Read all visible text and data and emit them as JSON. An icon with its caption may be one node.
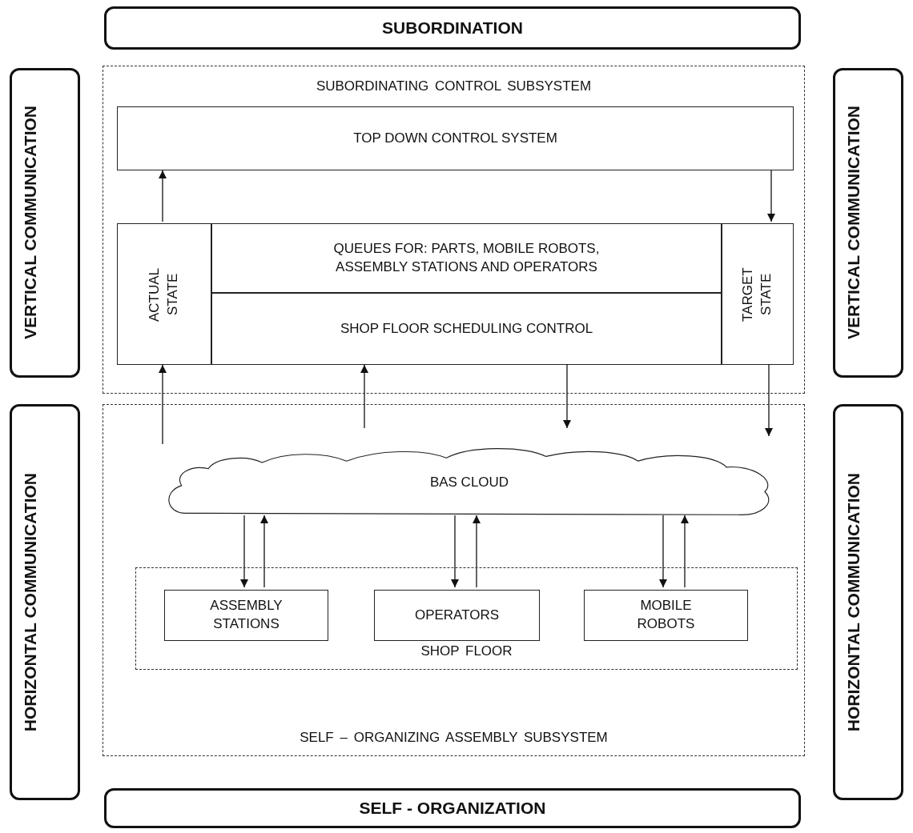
{
  "diagram": {
    "nodes": [
      {
        "text": [
          "SUBORDINATION"
        ]
      },
      {
        "text": [
          "VERTICAL COMMUNICATION"
        ]
      },
      {
        "text": [
          "VERTICAL COMMUNICATION"
        ]
      },
      {
        "text": [
          "SUBORDINATING CONTROL SUBSYSTEM"
        ]
      },
      {
        "text": [
          "TOP DOWN CONTROL SYSTEM"
        ],
        "in": 3
      },
      {
        "text": [
          "ACTUAL STATE"
        ],
        "in": 3
      },
      {
        "text": [
          "QUEUES FOR: PARTS, MOBILE ROBOTS, ASSEMBLY STATIONS AND OPERATORS"
        ],
        "in": 3
      },
      {
        "text": [
          "SHOP FLOOR SCHEDULING CONTROL"
        ],
        "in": 3
      },
      {
        "text": [
          "TARGET STATE"
        ],
        "in": 3
      },
      {
        "text": [
          "HORIZONTAL COMMUNICATION"
        ]
      },
      {
        "text": [
          "HORIZONTAL COMMUNICATION"
        ]
      },
      {
        "text": [
          "SELF – ORGANIZING ASSEMBLY SUBSYSTEM"
        ]
      },
      {
        "text": [
          "BAS CLOUD"
        ],
        "in": 11
      },
      {
        "text": [
          "SHOP FLOOR"
        ],
        "in": 11
      },
      {
        "text": [
          "ASSEMBLY STATIONS"
        ],
        "in": 13
      },
      {
        "text": [
          "OPERATORS"
        ],
        "in": 13
      },
      {
        "text": [
          "MOBILE ROBOTS"
        ],
        "in": 13
      },
      {
        "text": [
          "SELF - ORGANIZATION"
        ]
      }
    ],
    "edges": [
      {
        "from": 5,
        "to": 4,
        "arrow": "to"
      },
      {
        "from": 4,
        "to": 8,
        "arrow": "to"
      },
      {
        "from": null,
        "to": 5,
        "arrow": "to"
      },
      {
        "from": null,
        "to": 7,
        "arrow": "to"
      },
      {
        "from": 7,
        "to": null,
        "arrow": "to"
      },
      {
        "from": 8,
        "to": null,
        "arrow": "to"
      },
      {
        "from": 12,
        "to": 14,
        "arrow": "to"
      },
      {
        "from": 14,
        "to": 12,
        "arrow": "to"
      },
      {
        "from": 12,
        "to": 15,
        "arrow": "to"
      },
      {
        "from": 15,
        "to": 12,
        "arrow": "to"
      },
      {
        "from": 12,
        "to": 16,
        "arrow": "to"
      },
      {
        "from": 16,
        "to": 12,
        "arrow": "to"
      }
    ]
  }
}
